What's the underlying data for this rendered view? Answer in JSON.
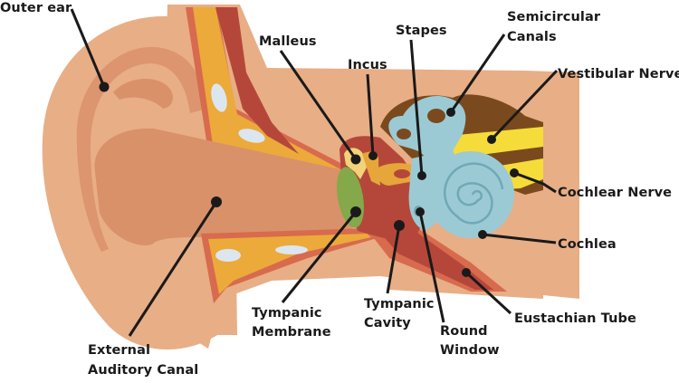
{
  "diagram": {
    "title": "Anatomy of the ear",
    "colors": {
      "skin": "#E8AE86",
      "skin_shadow": "#D9916A",
      "canal_border": "#D86A4E",
      "cartilage": "#EBAA3A",
      "muscle_dark": "#B5473A",
      "bone_spot": "#DCE6F0",
      "tympanic_membrane": "#84A84A",
      "ossicle_pale": "#F3D37A",
      "ossicle_gold": "#E6A63A",
      "inner_ear_blue": "#9CCAD4",
      "inner_ear_blue_dark": "#6FA9B6",
      "brown": "#7A4A1E",
      "nerve_yellow": "#F5DC3A",
      "leader_line": "#1a1a1a"
    },
    "labels": [
      {
        "id": "outer-ear",
        "lines": [
          "Outer ear"
        ]
      },
      {
        "id": "malleus",
        "lines": [
          "Malleus"
        ]
      },
      {
        "id": "incus",
        "lines": [
          "Incus"
        ]
      },
      {
        "id": "stapes",
        "lines": [
          "Stapes"
        ]
      },
      {
        "id": "semicircular-canals",
        "lines": [
          "Semicircular",
          "Canals"
        ]
      },
      {
        "id": "vestibular-nerve",
        "lines": [
          "Vestibular Nerve"
        ]
      },
      {
        "id": "cochlear-nerve",
        "lines": [
          "Cochlear Nerve"
        ]
      },
      {
        "id": "cochlea",
        "lines": [
          "Cochlea"
        ]
      },
      {
        "id": "eustachian-tube",
        "lines": [
          "Eustachian Tube"
        ]
      },
      {
        "id": "round-window",
        "lines": [
          "Round",
          "Window"
        ]
      },
      {
        "id": "tympanic-cavity",
        "lines": [
          "Tympanic",
          "Cavity"
        ]
      },
      {
        "id": "tympanic-membrane",
        "lines": [
          "Tympanic",
          "Membrane"
        ]
      },
      {
        "id": "external-auditory-canal",
        "lines": [
          "External",
          "Auditory Canal"
        ]
      }
    ]
  }
}
